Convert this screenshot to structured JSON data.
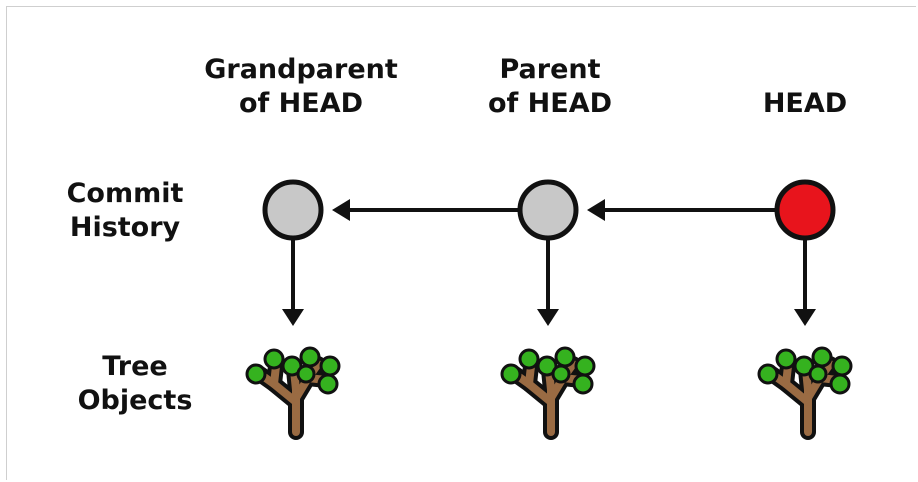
{
  "columns": [
    {
      "line1": "Grandparent",
      "line2": "of HEAD"
    },
    {
      "line1": "Parent",
      "line2": "of HEAD"
    },
    {
      "line1": "",
      "line2": "HEAD"
    }
  ],
  "rows": {
    "commit_history": {
      "line1": "Commit",
      "line2": "History"
    },
    "tree_objects": {
      "line1": "Tree",
      "line2": "Objects"
    }
  },
  "colors": {
    "head_commit": "#e8141c",
    "ancestor_commit": "#c8c8c8",
    "outline": "#111111",
    "trunk": "#9a6b43",
    "leaf": "#35b21f"
  },
  "icons": {
    "commit": "circle-node-icon",
    "tree": "tree-icon",
    "arrow": "arrow-icon"
  }
}
